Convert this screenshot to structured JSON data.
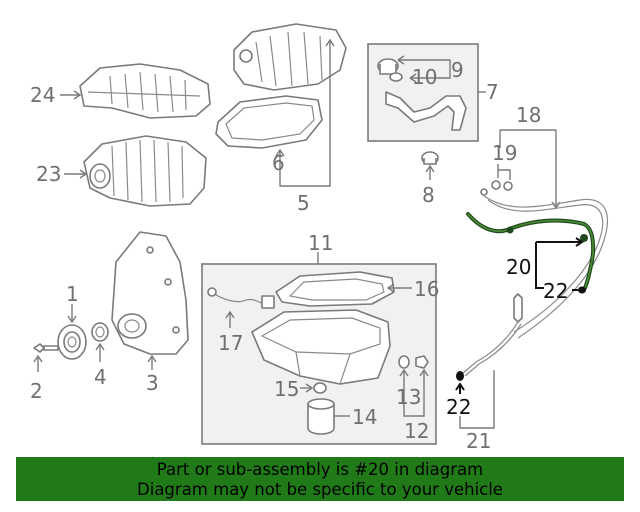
{
  "callouts": {
    "c1": "1",
    "c2": "2",
    "c3": "3",
    "c4": "4",
    "c5": "5",
    "c6": "6",
    "c7": "7",
    "c8": "8",
    "c9": "9",
    "c10": "10",
    "c11": "11",
    "c12": "12",
    "c13": "13",
    "c14": "14",
    "c15": "15",
    "c16": "16",
    "c17": "17",
    "c18": "18",
    "c19": "19",
    "c20": "20",
    "c21": "21",
    "c22": "22",
    "c23": "23",
    "c24": "24"
  },
  "highlight_color": "#1f4a1a",
  "banner": {
    "line1": "Part or sub-assembly is #20 in diagram",
    "line2": "Diagram may not be specific to your vehicle",
    "background": "#1f7a17"
  }
}
